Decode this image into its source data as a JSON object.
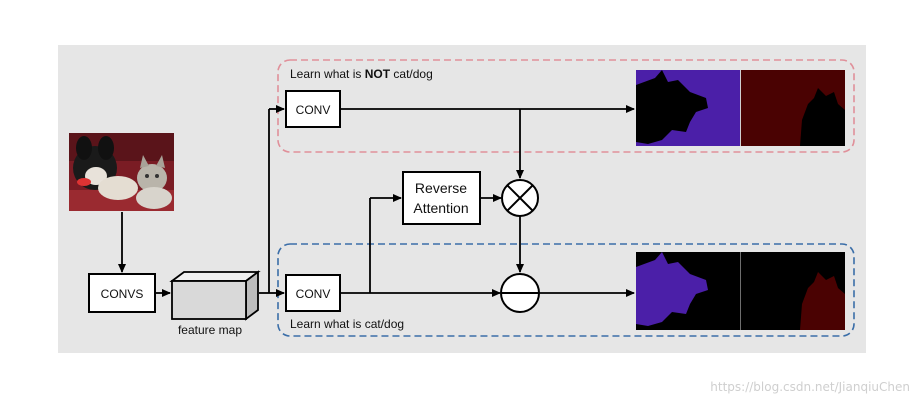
{
  "diagram": {
    "top_branch_caption_prefix": "Learn what is ",
    "top_branch_caption_emphasis": "NOT",
    "top_branch_caption_suffix": " cat/dog",
    "bottom_branch_caption": "Learn what is cat/dog",
    "convs_label": "CONVS",
    "feature_map_label": "feature map",
    "top_conv_label": "CONV",
    "bottom_conv_label": "CONV",
    "reverse_attention_line1": "Reverse",
    "reverse_attention_line2": "Attention"
  },
  "watermark": "https://blog.csdn.net/JianqiuChen",
  "colors": {
    "panel_bg": "#e6e6e6",
    "top_dashed": "#e0909a",
    "bottom_dashed": "#3b6ea8",
    "purple": "#4b1fa8",
    "dark_red": "#4a0202"
  }
}
